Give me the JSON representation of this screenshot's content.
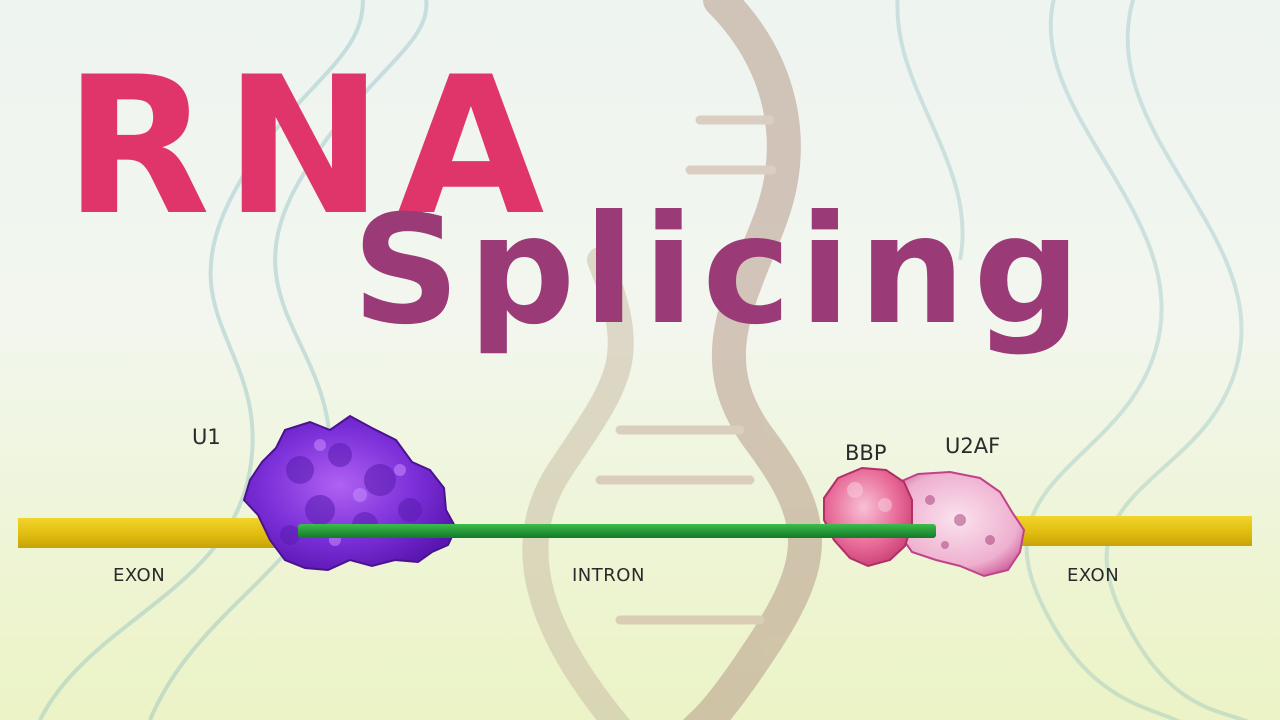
{
  "title": {
    "line1": "RNA",
    "line2": "Splicing"
  },
  "labels": {
    "u1": "U1",
    "bbp": "BBP",
    "u2af": "U2AF",
    "exon_left": "EXON",
    "intron": "INTRON",
    "exon_right": "EXON"
  },
  "colors": {
    "title_rna": "#e0356b",
    "title_splicing": "#9a3a76",
    "exon": "#e0c010",
    "intron": "#1e9a3a",
    "u1_protein": "#8a3ae0",
    "bbp_protein": "#e0628e",
    "u2af_protein": "#e8a8d0",
    "dna_helix": "#b89c8c"
  }
}
